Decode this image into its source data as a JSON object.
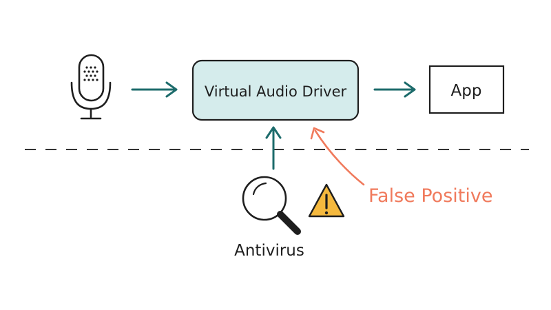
{
  "nodes": {
    "microphone": {
      "icon": "microphone-icon"
    },
    "driver": {
      "label": "Virtual Audio Driver"
    },
    "app": {
      "label": "App"
    },
    "antivirus": {
      "label": "Antivirus",
      "icon": "magnifying-glass-icon"
    }
  },
  "annotations": {
    "false_positive": {
      "label": "False Positive"
    },
    "warning": {
      "icon": "warning-icon"
    }
  },
  "colors": {
    "ink": "#1e1e1e",
    "arrow": "#1c6b6b",
    "driver_fill": "#d5ecec",
    "accent": "#f07a5c",
    "warning_fill": "#f5b93e",
    "divider": "#333333"
  }
}
